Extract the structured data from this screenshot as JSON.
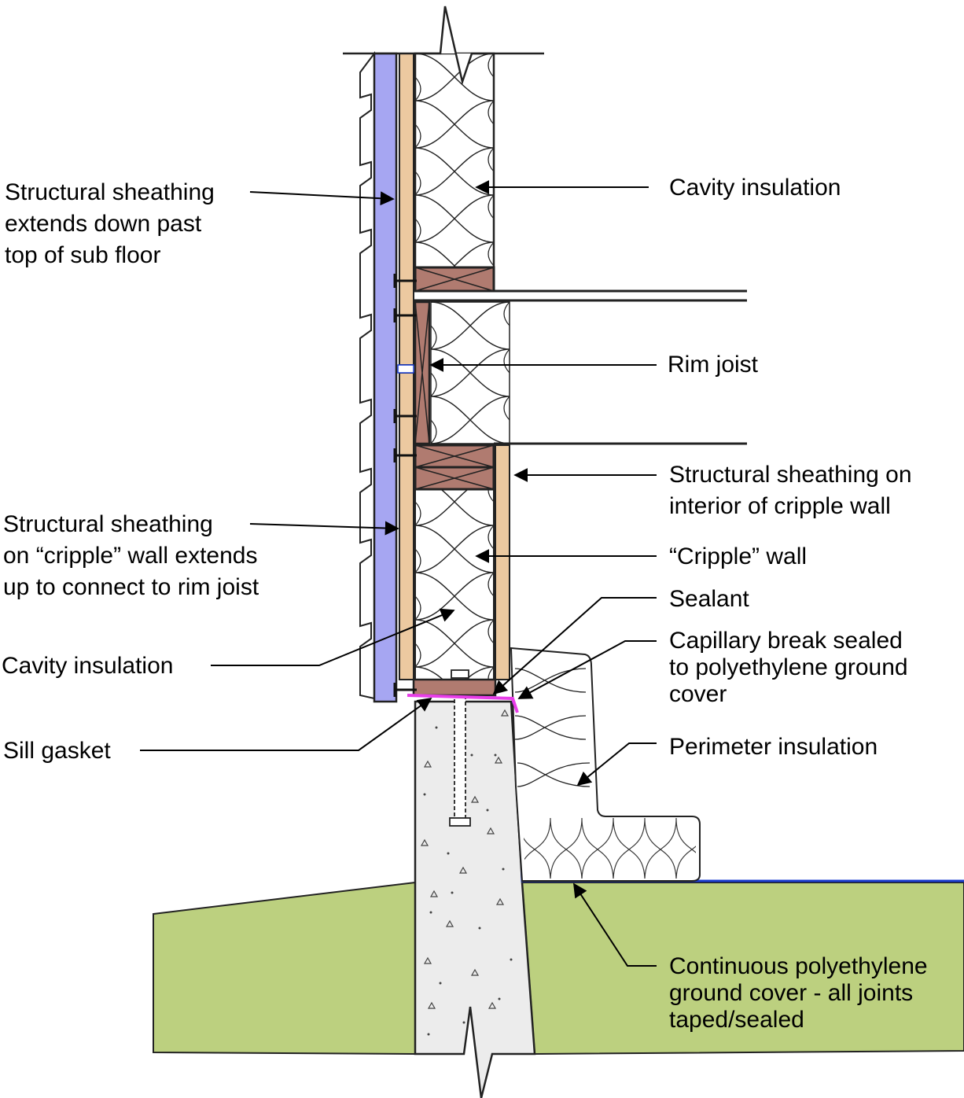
{
  "labels": {
    "sheathing_past_subfloor": [
      "Structural sheathing",
      "extends down past",
      "top of sub floor"
    ],
    "cavity_insulation_upper": [
      "Cavity insulation"
    ],
    "rim_joist": [
      "Rim joist"
    ],
    "sheathing_interior_cripple": [
      "Structural sheathing on",
      "interior of cripple wall"
    ],
    "sheathing_cripple_up": [
      "Structural sheathing",
      "on “cripple” wall extends",
      "up to connect to rim joist"
    ],
    "cripple_wall": [
      "“Cripple” wall"
    ],
    "sealant": [
      "Sealant"
    ],
    "capillary_break": [
      "Capillary break sealed",
      "to polyethylene ground",
      "cover"
    ],
    "cavity_insulation_lower": [
      "Cavity insulation"
    ],
    "perimeter_insulation": [
      "Perimeter insulation"
    ],
    "sill_gasket": [
      "Sill gasket"
    ],
    "ground_cover": [
      "Continuous polyethylene",
      "ground cover - all joints",
      "taped/sealed"
    ]
  },
  "colors": {
    "sheathing_exterior": "#a6a6f2",
    "framing_wood": "#b07b70",
    "plywood": "#ecc9a0",
    "ground": "#bcd07f",
    "concrete": "#ececec",
    "polyethylene": "#1a3cd0",
    "sill_gasket": "#e83ee8"
  }
}
